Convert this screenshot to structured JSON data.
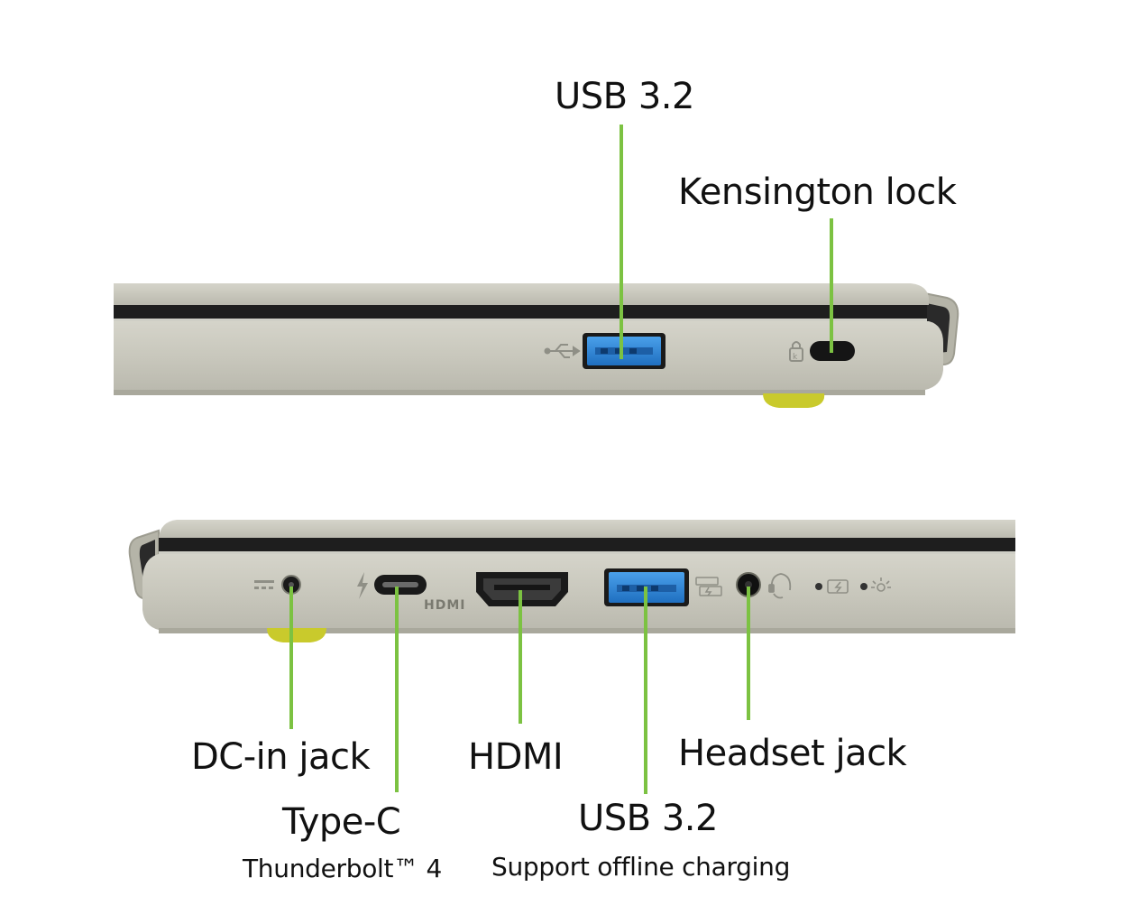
{
  "labels": {
    "top_usb": "USB 3.2",
    "kensington": "Kensington lock",
    "dc_in": "DC-in jack",
    "type_c": "Type-C",
    "type_c_sub": "Thunderbolt™ 4",
    "hdmi": "HDMI",
    "bottom_usb": "USB 3.2",
    "bottom_usb_sub": "Support offline charging",
    "headset": "Headset jack"
  },
  "port_text": {
    "hdmi_logo": "HDMI"
  },
  "colors": {
    "leader_line": "#7cc242",
    "chassis": "#c9c8bd",
    "chassis_edge": "#b3b2a6",
    "bezel": "#202020",
    "usb_blue": "#2f86d6",
    "foot": "#c8c92a",
    "background": "#ffffff"
  },
  "icons": [
    "usb-icon",
    "lock-icon",
    "dc-power-icon",
    "thunderbolt-icon",
    "usb-charge-icon",
    "headset-icon",
    "battery-led-icon",
    "power-led-icon"
  ]
}
